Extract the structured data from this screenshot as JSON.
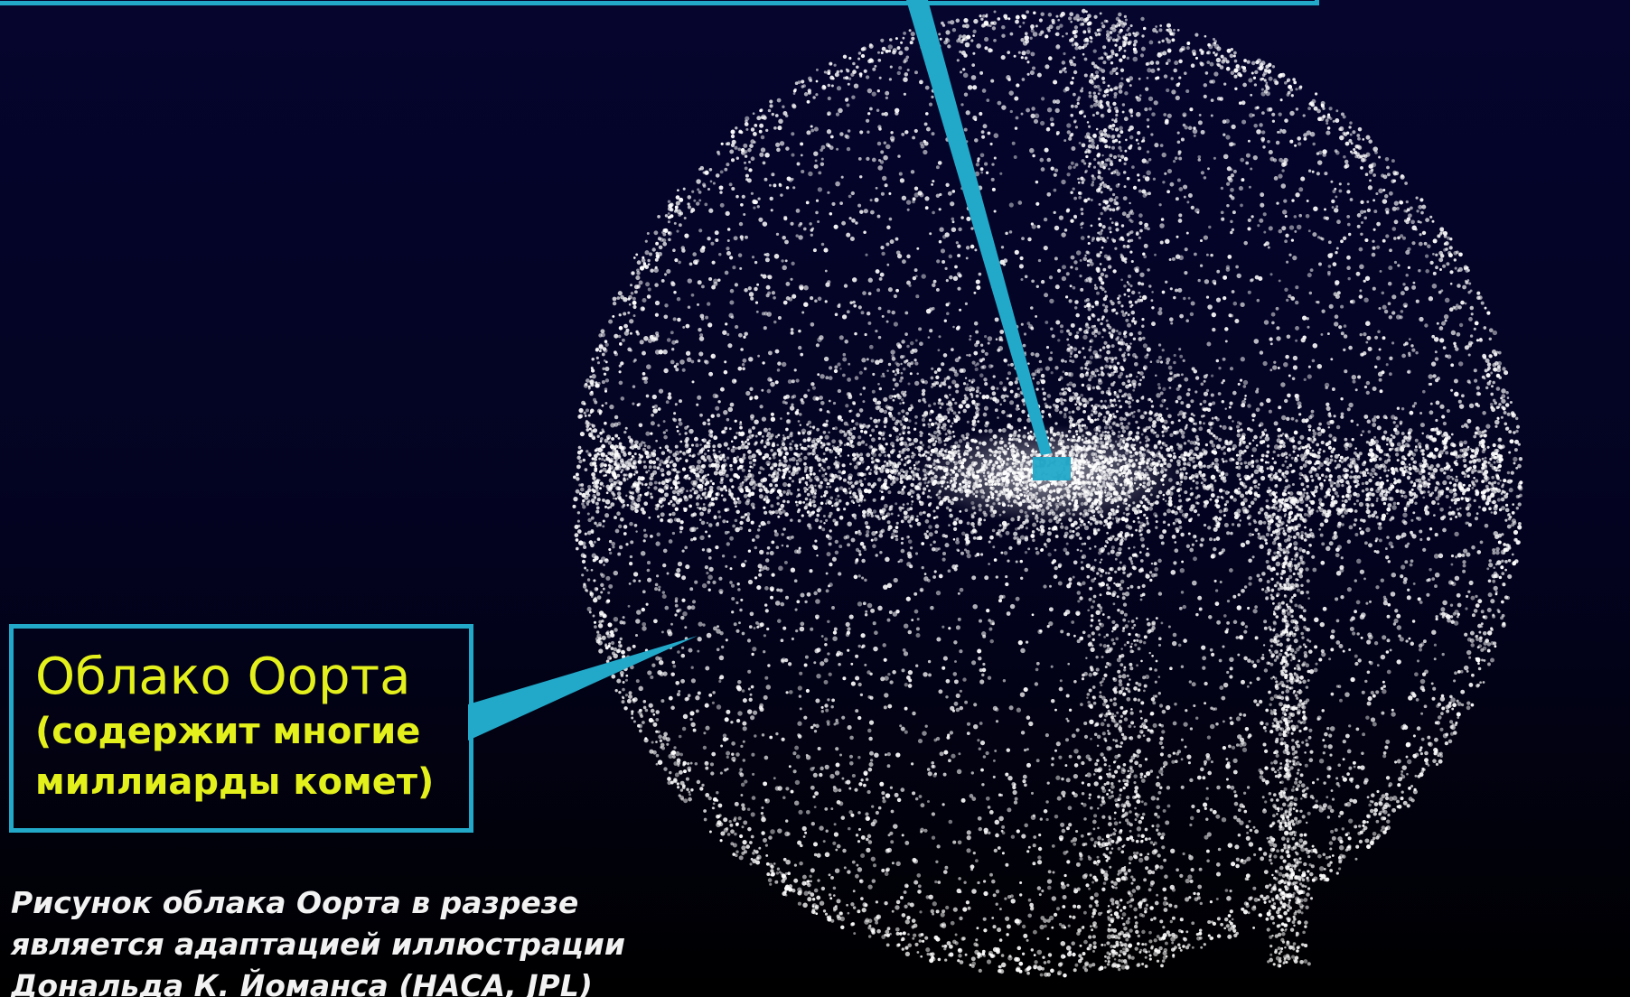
{
  "colors": {
    "background_top": "#05052e",
    "background_bottom": "#000000",
    "accent": "#22a9c9",
    "label_text": "#e4f01c",
    "dots": "#ffffff",
    "caption_text": "#f2f2f2"
  },
  "oort_label": {
    "title": "Облако Оорта",
    "line1": "(содержит многие",
    "line2": "миллиарды комет)"
  },
  "caption": {
    "line1": "Рисунок облака Оорта в разрезе",
    "line2": "является адаптацией иллюстрации",
    "line3": "Дональда К. Йоманса (НАСА, JPL)"
  }
}
